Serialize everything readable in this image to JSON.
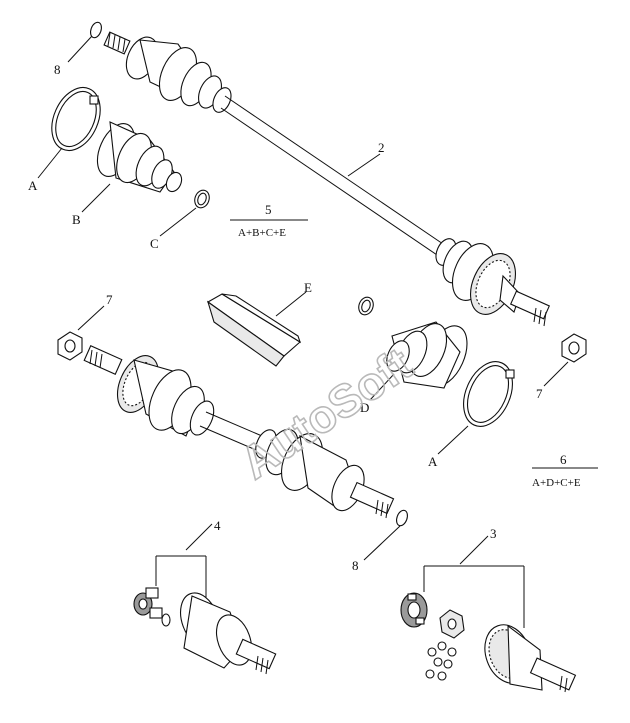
{
  "callouts": {
    "c8_top": "8",
    "c2": "2",
    "cA_top": "A",
    "cB": "B",
    "cC": "C",
    "c5": "5",
    "c5_formula": "A+B+C+E",
    "c7_left": "7",
    "cE": "E",
    "cD": "D",
    "c7_right": "7",
    "cA_bottom": "A",
    "c6": "6",
    "c6_formula": "A+D+C+E",
    "c4": "4",
    "c8_bottom": "8",
    "c3": "3"
  },
  "watermark": "AutoSoft"
}
